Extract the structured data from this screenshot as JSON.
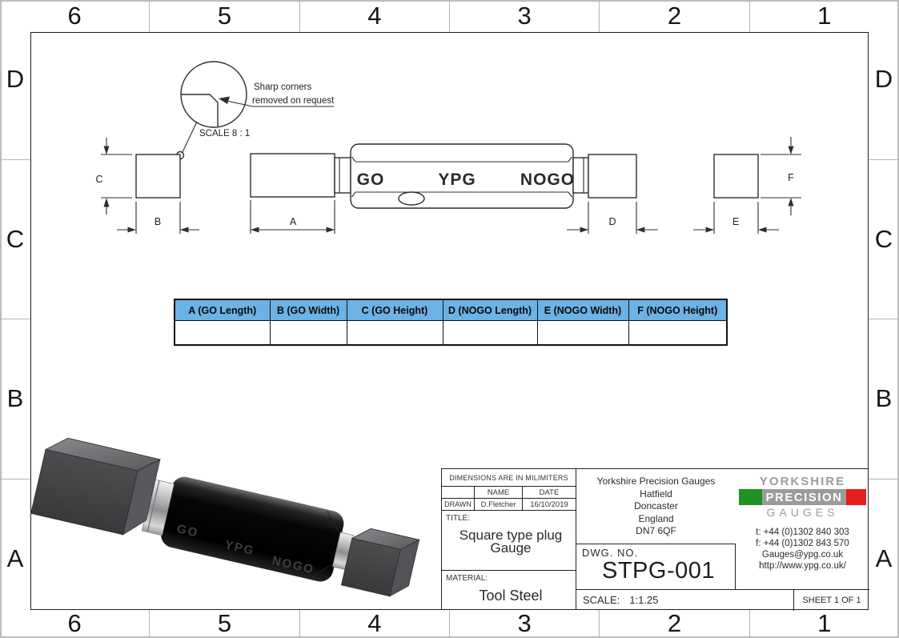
{
  "border": {
    "top": [
      "6",
      "5",
      "4",
      "3",
      "2",
      "1"
    ],
    "bottom": [
      "6",
      "5",
      "4",
      "3",
      "2",
      "1"
    ],
    "left": [
      "D",
      "C",
      "B",
      "A"
    ],
    "right": [
      "D",
      "C",
      "B",
      "A"
    ]
  },
  "detail_view": {
    "note_line1": "Sharp corners",
    "note_line2": "removed on request",
    "scale_label": "SCALE 8 : 1"
  },
  "main_view": {
    "go_label": "GO",
    "brand_label": "YPG",
    "nogo_label": "NOGO",
    "dims": {
      "a": "A",
      "b": "B",
      "c": "C",
      "d": "D",
      "e": "E",
      "f": "F"
    }
  },
  "table": {
    "headers": [
      "A (GO Length)",
      "B (GO Width)",
      "C (GO Height)",
      "D (NOGO Length)",
      "E (NOGO Width)",
      "F (NOGO Height)"
    ],
    "row": [
      "",
      "",
      "",
      "",
      "",
      ""
    ],
    "header_bg": "#6cb2e4"
  },
  "render_3d": {
    "go": "GO",
    "ypg": "YPG",
    "nogo": "NOGO"
  },
  "title_block": {
    "dims_note": "DIMENSIONS ARE IN MILIMITERS",
    "name_header": "NAME",
    "date_header": "DATE",
    "drawn_label": "DRAWN",
    "drawn_name": "D.Fletcher",
    "drawn_date": "16/10/2019",
    "title_label": "TITLE:",
    "title_line1": "Square type plug",
    "title_line2": "Gauge",
    "material_label": "MATERIAL:",
    "material_value": "Tool Steel",
    "company": {
      "address": [
        "Yorkshire Precision Gauges",
        "Hatfield",
        "Doncaster",
        "England",
        "DN7 6QF"
      ]
    },
    "dwg_no_label": "DWG.  NO.",
    "dwg_no_value": "STPG-001",
    "scale_label": "SCALE:",
    "scale_value": "1:1.25",
    "sheet_label": "SHEET 1 OF 1",
    "logo": {
      "line1": "YORKSHIRE",
      "line2": "PRECISION",
      "line3": "GAUGES",
      "green": "#1f9224",
      "red": "#e61e1e",
      "gray": "#9b9b9b"
    },
    "contact": {
      "tel": "t: +44 (0)1302  840 303",
      "fax": "f: +44 (0)1302 843 570",
      "email": "Gauges@ypg.co.uk",
      "web": "http://www.ypg.co.uk/"
    }
  }
}
